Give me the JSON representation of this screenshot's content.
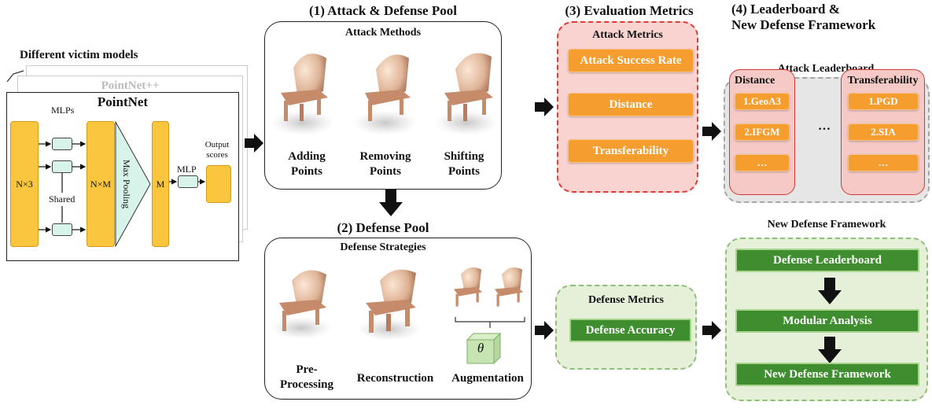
{
  "victim": {
    "heading": "Different victim models",
    "back_title": "PointNet++",
    "title": "PointNet",
    "n3": "N×3",
    "nm": "N×M",
    "m": "M",
    "mlps": "MLPs",
    "shared": "Shared",
    "max_pooling": "Max Pooling",
    "mlp": "MLP",
    "output_scores": "Output scores"
  },
  "attack_pool": {
    "header": "(1) Attack & Defense Pool",
    "subtitle": "Attack Methods",
    "items": [
      {
        "line1": "Adding",
        "line2": "Points"
      },
      {
        "line1": "Removing",
        "line2": "Points"
      },
      {
        "line1": "Shifting",
        "line2": "Points"
      }
    ]
  },
  "defense_pool": {
    "header": "(2) Defense Pool",
    "subtitle": "Defense Strategies",
    "items": [
      {
        "line1": "Pre-",
        "line2": "Processing"
      },
      {
        "line1": "",
        "line2": "Reconstruction"
      },
      {
        "line1": "",
        "line2": "Augmentation"
      }
    ],
    "theta": "θ"
  },
  "evaluation": {
    "header": "(3) Evaluation Metrics",
    "attack_title": "Attack Metrics",
    "attack_metrics": [
      "Attack Success Rate",
      "Distance",
      "Transferability"
    ],
    "defense_title": "Defense Metrics",
    "defense_metrics": [
      "Defense Accuracy"
    ]
  },
  "leaderboard": {
    "header_line1": "(4) Leaderboard &",
    "header_line2": "New Defense Framework",
    "attack_title": "Attack Leaderboard",
    "distance": {
      "title": "Distance",
      "items": [
        "1.GeoA3",
        "2.IFGM",
        "…"
      ]
    },
    "transfer": {
      "title": "Transferability",
      "items": [
        "1.PGD",
        "2.SIA",
        "…"
      ]
    },
    "ellipsis": "…",
    "framework_title": "New Defense Framework",
    "framework_steps": [
      "Defense Leaderboard",
      "Modular Analysis",
      "New Defense Framework"
    ]
  },
  "colors": {
    "orange": "#f59d2e",
    "green": "#3e8e2f",
    "red_dash": "#e23a35",
    "yellow": "#f9c63e",
    "mint": "#d8f3ea"
  }
}
